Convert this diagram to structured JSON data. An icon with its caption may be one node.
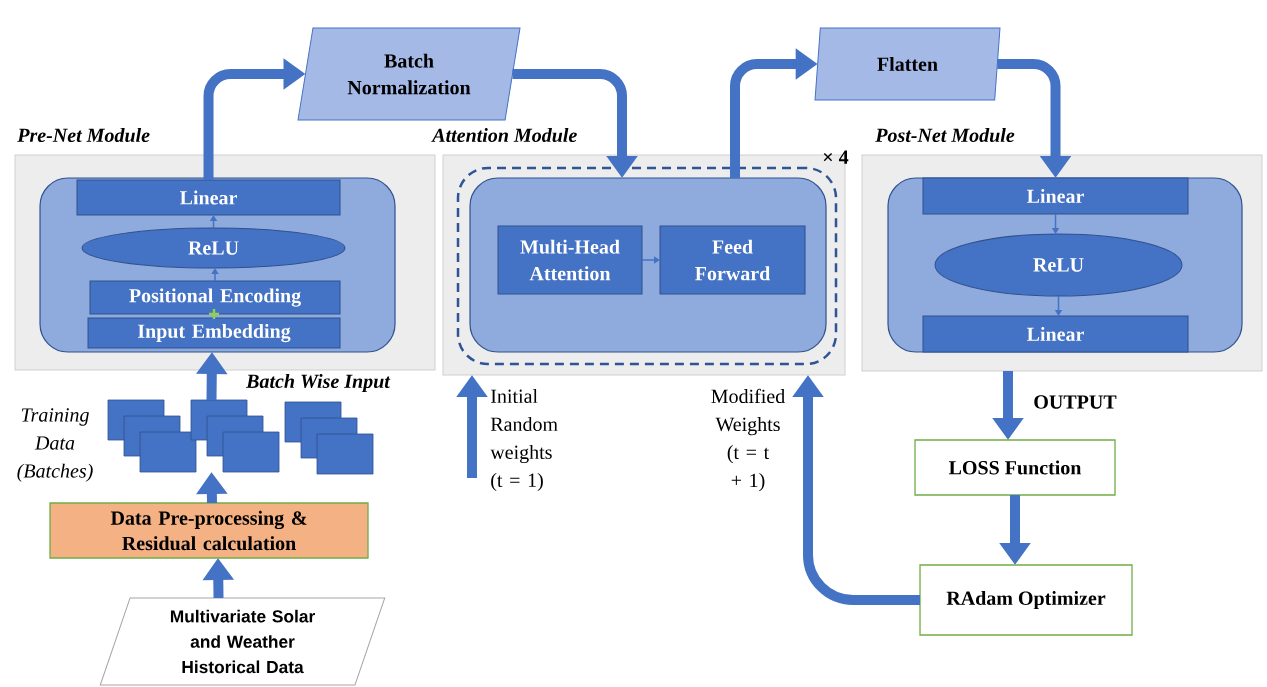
{
  "diagram": {
    "nodes": [
      {
        "text": [
          "Pre-Net Module"
        ]
      },
      {
        "text": [],
        "shape": "box",
        "in": 0
      },
      {
        "text": [
          "Linear"
        ],
        "in": 1
      },
      {
        "text": [
          "ReLU"
        ],
        "in": 1
      },
      {
        "text": [
          "Positional Encoding"
        ],
        "in": 1
      },
      {
        "text": [
          "Input Embedding"
        ],
        "in": 1
      },
      {
        "text": [
          "Batch Normalization"
        ]
      },
      {
        "text": [
          "Attention Module"
        ]
      },
      {
        "text": [],
        "shape": "box",
        "in": 7,
        "beside": [
          "× 4"
        ]
      },
      {
        "text": [],
        "shape": "box",
        "in": 8
      },
      {
        "text": [
          "Multi-Head Attention"
        ],
        "in": 9
      },
      {
        "text": [
          "Feed Forward"
        ],
        "in": 9
      },
      {
        "text": [
          "Flatten"
        ]
      },
      {
        "text": [
          "Post-Net Module"
        ]
      },
      {
        "text": [],
        "shape": "box",
        "in": 13
      },
      {
        "text": [
          "Linear"
        ],
        "in": 14
      },
      {
        "text": [
          "ReLU"
        ],
        "in": 14
      },
      {
        "text": [
          "Linear"
        ],
        "in": 14
      },
      {
        "text": [
          "LOSS Function"
        ]
      },
      {
        "text": [
          "RAdam Optimizer"
        ]
      },
      {
        "text": [
          "Data Pre-processing & Residual calculation"
        ]
      },
      {
        "text": [
          "Multivariate Solar and Weather Historical Data"
        ]
      },
      {
        "text": [],
        "shape": "box"
      },
      {
        "text": [],
        "shape": "box"
      },
      {
        "text": [],
        "shape": "box"
      },
      {
        "text": [],
        "shape": "box"
      },
      {
        "text": [],
        "shape": "box"
      },
      {
        "text": [],
        "shape": "box"
      },
      {
        "text": [],
        "shape": "box"
      },
      {
        "text": [],
        "shape": "box"
      },
      {
        "text": [],
        "shape": "box"
      }
    ],
    "edges": [
      {
        "from": 2,
        "to": 6,
        "arrow": "to"
      },
      {
        "from": 6,
        "to": 9,
        "arrow": "to"
      },
      {
        "from": 9,
        "to": 12,
        "arrow": "to"
      },
      {
        "from": 12,
        "to": 15,
        "arrow": "to"
      },
      {
        "from": 3,
        "to": 2,
        "arrow": "to"
      },
      {
        "from": 4,
        "to": 3,
        "arrow": "to"
      },
      {
        "from": 10,
        "to": 11,
        "arrow": "to"
      },
      {
        "from": 15,
        "to": 16,
        "arrow": "to"
      },
      {
        "from": 16,
        "to": 17,
        "arrow": "to"
      },
      {
        "from": 13,
        "to": 18,
        "arrow": "to",
        "label": "OUTPUT"
      },
      {
        "from": 18,
        "to": 19,
        "arrow": "to"
      },
      {
        "from": 19,
        "to": 7,
        "arrow": "to",
        "label": "Modified Weights (t = t + 1)"
      },
      {
        "from": null,
        "to": 7,
        "arrow": "to",
        "label": "Initial Random weights (t = 1)"
      },
      {
        "from": 21,
        "to": 20,
        "arrow": "to"
      },
      {
        "from": 20,
        "to": 27,
        "arrow": "to"
      },
      {
        "from": 25,
        "to": 1,
        "arrow": "to"
      }
    ],
    "labels": [
      "Training Data (Batches)",
      "Batch Wise Input"
    ]
  }
}
